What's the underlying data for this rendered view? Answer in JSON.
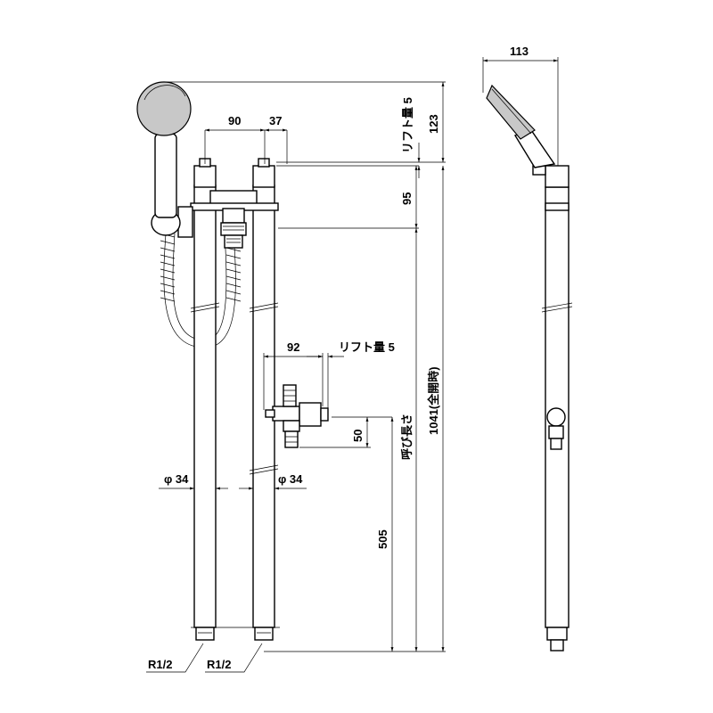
{
  "dimensions": {
    "d90": "90",
    "d37": "37",
    "lift_top": "リフト量 5",
    "d123": "123",
    "d95": "95",
    "d92": "92",
    "lift_mid": "リフト量 5",
    "d50": "50",
    "d505": "505",
    "nominal_length": "呼び長さ",
    "d1041": "1041(全開時)",
    "dia_left": "φ 34",
    "dia_right": "φ 34",
    "thread_left": "R1/2",
    "thread_right": "R1/2",
    "d113": "113"
  }
}
